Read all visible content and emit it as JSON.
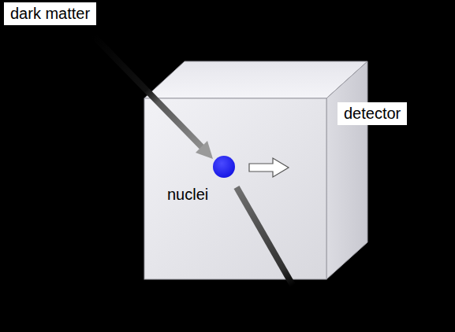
{
  "diagram": {
    "nodes": [
      {
        "text": [
          "detector"
        ]
      },
      {
        "text": [
          "nuclei"
        ],
        "in": 0
      }
    ],
    "labels": [
      "dark matter"
    ]
  }
}
